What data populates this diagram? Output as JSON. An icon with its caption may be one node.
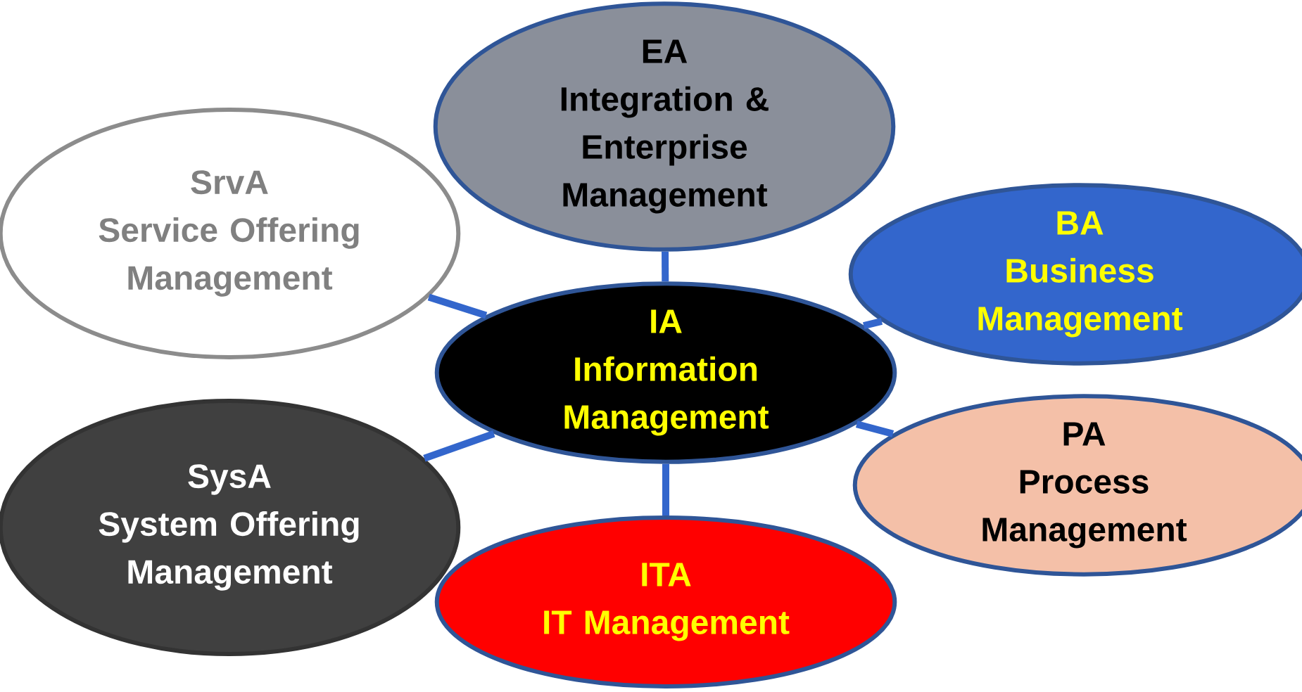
{
  "diagram": {
    "nodes": [
      {
        "text": [
          "EA",
          "Integration & Enterprise Management"
        ]
      },
      {
        "text": [
          "SrvA",
          "Service Offering Management"
        ]
      },
      {
        "text": [
          "BA",
          "Business Management"
        ]
      },
      {
        "text": [
          "IA",
          "Information Management"
        ]
      },
      {
        "text": [
          "SysA",
          "System Offering Management"
        ]
      },
      {
        "text": [
          "PA",
          "Process Management"
        ]
      },
      {
        "text": [
          "ITA",
          "IT Management"
        ]
      }
    ],
    "edges": [
      {
        "from": 3,
        "to": 0,
        "arrow": "none"
      },
      {
        "from": 3,
        "to": 1,
        "arrow": "none"
      },
      {
        "from": 3,
        "to": 2,
        "arrow": "none"
      },
      {
        "from": 3,
        "to": 4,
        "arrow": "none"
      },
      {
        "from": 3,
        "to": 5,
        "arrow": "none"
      },
      {
        "from": 3,
        "to": 6,
        "arrow": "none"
      }
    ]
  }
}
